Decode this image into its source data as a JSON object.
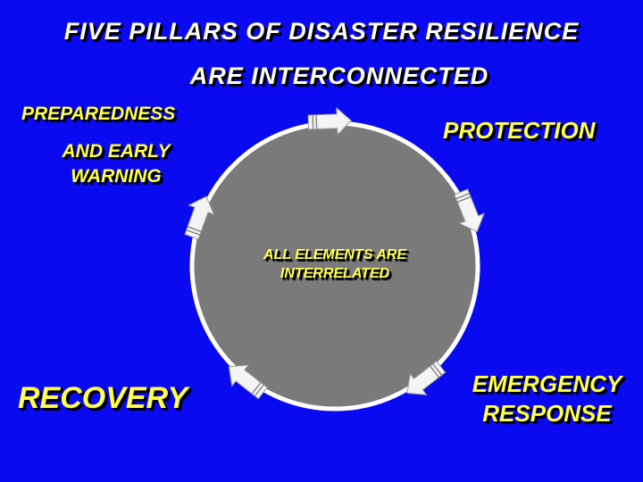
{
  "title": {
    "line1": "FIVE PILLARS OF DISASTER RESILIENCE",
    "line2": "ARE  INTERCONNECTED"
  },
  "pillars": {
    "preparedness_line1": "PREPAREDNESS",
    "preparedness_line2": "AND EARLY",
    "preparedness_line3": "WARNING",
    "protection": "PROTECTION",
    "emergency_line1": "EMERGENCY",
    "emergency_line2": "RESPONSE",
    "recovery": "RECOVERY"
  },
  "center": {
    "line1": "ALL ELEMENTS ARE",
    "line2": "INTERRELATED"
  },
  "colors": {
    "background": "#0a0af0",
    "label": "#ffff4a",
    "circle": "#7a7a7a"
  }
}
